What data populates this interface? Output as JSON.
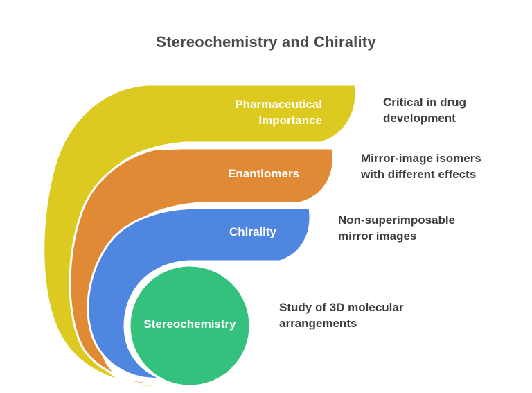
{
  "title": "Stereochemistry and Chirality",
  "colors": {
    "background": "#ffffff",
    "separator": "#ffffff",
    "title_text": "#4a4a4a",
    "description_text": "#3e3e3e",
    "label_text": "#ffffff"
  },
  "bands": [
    {
      "id": "pharmaceutical-importance",
      "label": "Pharmaceutical Importance",
      "description": "Critical in drug development",
      "color": "#ddca20"
    },
    {
      "id": "enantiomers",
      "label": "Enantiomers",
      "description": "Mirror-image isomers with different effects",
      "color": "#e08a36"
    },
    {
      "id": "chirality",
      "label": "Chirality",
      "description": "Non-superimposable mirror images",
      "color": "#4e86e0"
    },
    {
      "id": "stereochemistry",
      "label": "Stereochemistry",
      "description": "Study of 3D molecular arrangements",
      "color": "#33c17d"
    }
  ]
}
